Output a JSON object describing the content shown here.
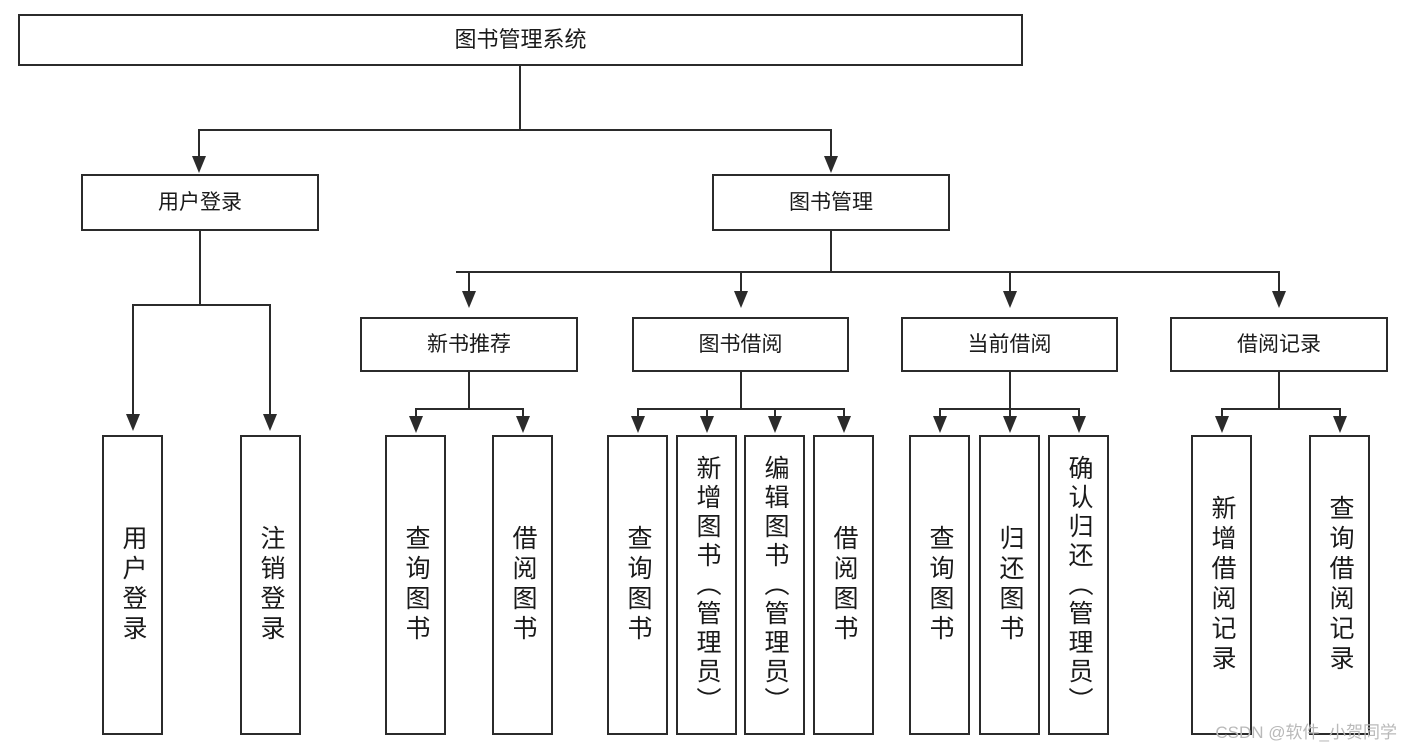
{
  "diagram": {
    "type": "tree-hierarchy-diagram",
    "title": "图书管理系统",
    "root": {
      "id": "root",
      "label": "图书管理系统"
    },
    "level1": [
      {
        "id": "user-login",
        "label": "用户登录"
      },
      {
        "id": "book-manage",
        "label": "图书管理"
      }
    ],
    "level2": [
      {
        "id": "new-book-rec",
        "label": "新书推荐",
        "parent": "book-manage"
      },
      {
        "id": "book-borrow",
        "label": "图书借阅",
        "parent": "book-manage"
      },
      {
        "id": "current-borrow",
        "label": "当前借阅",
        "parent": "book-manage"
      },
      {
        "id": "borrow-record",
        "label": "借阅记录",
        "parent": "book-manage"
      }
    ],
    "leaves": [
      {
        "id": "leaf-user-login",
        "label": "用户登录",
        "parent": "user-login"
      },
      {
        "id": "leaf-logout",
        "label": "注销登录",
        "parent": "user-login"
      },
      {
        "id": "leaf-query-book-1",
        "label": "查询图书",
        "parent": "new-book-rec"
      },
      {
        "id": "leaf-borrow-book-1",
        "label": "借阅图书",
        "parent": "new-book-rec"
      },
      {
        "id": "leaf-query-book-2",
        "label": "查询图书",
        "parent": "book-borrow"
      },
      {
        "id": "leaf-add-book",
        "label": "新增图书（管理员）",
        "parent": "book-borrow"
      },
      {
        "id": "leaf-edit-book",
        "label": "编辑图书（管理员）",
        "parent": "book-borrow"
      },
      {
        "id": "leaf-borrow-book-2",
        "label": "借阅图书",
        "parent": "book-borrow"
      },
      {
        "id": "leaf-query-book-3",
        "label": "查询图书",
        "parent": "current-borrow"
      },
      {
        "id": "leaf-return-book",
        "label": "归还图书",
        "parent": "current-borrow"
      },
      {
        "id": "leaf-confirm-return",
        "label": "确认归还（管理员）",
        "parent": "current-borrow"
      },
      {
        "id": "leaf-add-record",
        "label": "新增借阅记录",
        "parent": "borrow-record"
      },
      {
        "id": "leaf-query-record",
        "label": "查询借阅记录",
        "parent": "borrow-record"
      }
    ],
    "colors": {
      "stroke": "#2b2b2b",
      "fill": "#ffffff",
      "text": "#1a1a1a",
      "watermark": "#b9b9b9"
    }
  },
  "watermark": {
    "text": "CSDN @软件_小贺同学"
  }
}
